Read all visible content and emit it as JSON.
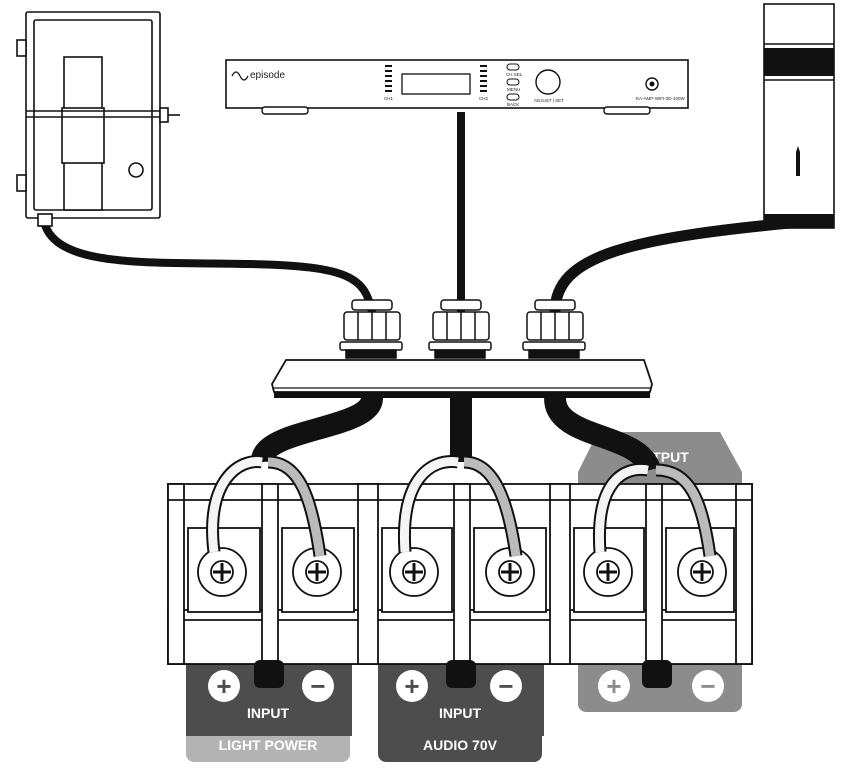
{
  "amplifier": {
    "brand": "episode",
    "ch1": "CH1",
    "ch2": "CH2",
    "ch_sel": "CH SEL",
    "menu": "MENU",
    "back": "BACK",
    "adjust": "ADJUST | SET",
    "model": "EA-AMP-WIFI-2D-100W"
  },
  "terminals": [
    {
      "plus": "+",
      "minus": "−",
      "line1": "INPUT",
      "line2": "LIGHT POWER"
    },
    {
      "plus": "+",
      "minus": "−",
      "line1": "INPUT",
      "line2": "AUDIO 70V"
    },
    {
      "plus": "+",
      "minus": "−",
      "line1": "OUTPUT",
      "line2": ""
    }
  ],
  "colors": {
    "line": "#111111",
    "label_dark": "#4d4d4d",
    "label_light": "#b3b3b3",
    "output_label": "#8c8c8c",
    "wire_gray": "#bbbbbb",
    "wire_white": "#f4f4f4"
  }
}
